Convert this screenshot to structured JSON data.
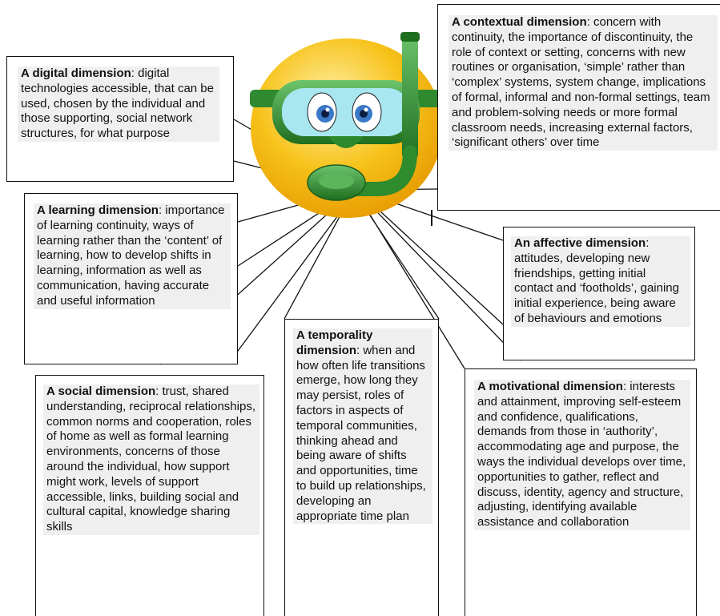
{
  "boxes": {
    "digital": {
      "title": "A digital dimension",
      "body": ": digital technologies accessible, that can be used, chosen by the individual and those supporting, social network structures, for what purpose"
    },
    "contextual": {
      "title": "A contextual dimension",
      "body": ": concern with continuity, the importance of discontinuity, the role of context or setting, concerns with new routines or organisation, ‘simple’ rather than ‘complex’ systems, system change, implications of formal, informal and non-formal settings, team and problem-solving needs or more formal classroom needs, increasing external factors, ‘significant others’ over time"
    },
    "learning": {
      "title": "A learning dimension",
      "body": ": importance of learning continuity, ways of learning rather than the ‘content’ of learning, how to develop shifts in learning, information as well as communication, having accurate and useful information"
    },
    "affective": {
      "title": "An affective dimension",
      "body": ": attitudes, developing new friendships, getting initial contact and ‘footholds’, gaining initial experience, being aware of behaviours and emotions"
    },
    "temporality": {
      "title": "A temporality dimension",
      "body": ": when and how often life transitions emerge, how long they may persist, roles of factors in aspects of temporal communities, thinking ahead and being aware of shifts and opportunities, time to build up relationships, developing an appropriate time plan"
    },
    "social": {
      "title": "A social dimension",
      "body": ": trust, shared understanding, reciprocal relationships, common norms and cooperation, roles of home as well as formal learning environments, concerns of those around the individual, how support might work, levels of support accessible, links, building social and cultural capital, knowledge sharing skills"
    },
    "motivational": {
      "title": "A motivational dimension",
      "body": ": interests and attainment, improving self-esteem and confidence, qualifications, demands from those in ‘authority’, accommodating age and purpose, the ways the individual develops over time, opportunities to gather, reflect and discuss, identity, agency and structure, adjusting, identifying available assistance and collaboration"
    }
  },
  "colors": {
    "face": "#f7c21a",
    "snorkel": "#2e8b2e",
    "mask": "#3a9a3a",
    "eye_iris": "#3a78c8",
    "text_bg": "#efefef"
  },
  "icons": [
    "snorkel-mascot-icon"
  ]
}
